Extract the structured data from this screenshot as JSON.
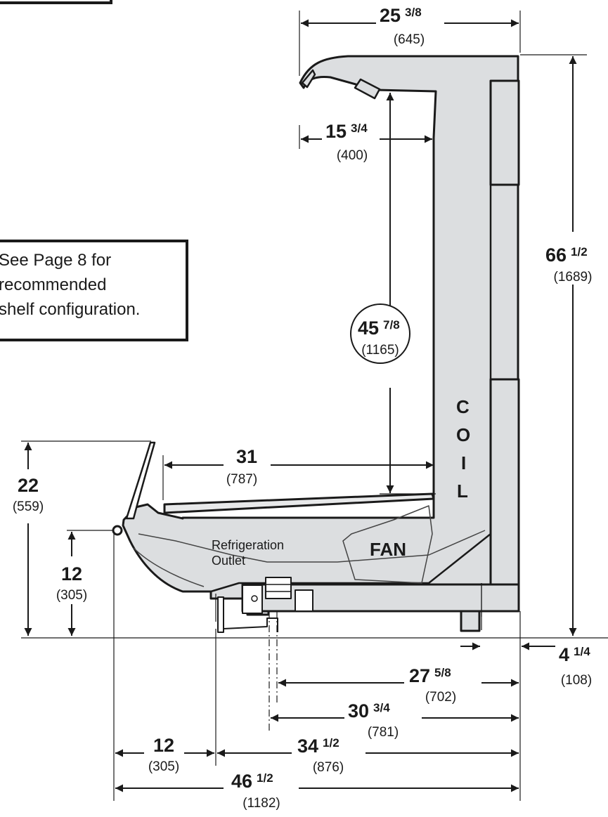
{
  "note": {
    "line1": "See Page 8 for",
    "line2": "recommended",
    "line3": "shelf configuration."
  },
  "labels": {
    "coil": [
      "C",
      "O",
      "I",
      "L"
    ],
    "fan": "FAN",
    "outlet_line1": "Refrigeration",
    "outlet_line2": "Outlet"
  },
  "dimensions": {
    "top_width": {
      "whole": "25",
      "frac": "3/8",
      "metric": "(645)"
    },
    "canopy_depth": {
      "whole": "15",
      "frac": "3/4",
      "metric": "(400)"
    },
    "overall_height": {
      "whole": "66",
      "frac": "1/2",
      "metric": "(1689)"
    },
    "shelf_clearance": {
      "whole": "45",
      "frac": "7/8",
      "metric": "(1165)"
    },
    "deck_depth": {
      "whole": "31",
      "frac": "",
      "metric": "(787)"
    },
    "front_height": {
      "whole": "22",
      "frac": "",
      "metric": "(559)"
    },
    "bumper_height": {
      "whole": "12",
      "frac": "",
      "metric": "(305)"
    },
    "rear_offset": {
      "whole": "4",
      "frac": "1/4",
      "metric": "(108)"
    },
    "drain_to_rear": {
      "whole": "27",
      "frac": "5/8",
      "metric": "(702)"
    },
    "outlet_to_rear": {
      "whole": "30",
      "frac": "3/4",
      "metric": "(781)"
    },
    "front_overhang": {
      "whole": "12",
      "frac": "",
      "metric": "(305)"
    },
    "base_depth": {
      "whole": "34",
      "frac": "1/2",
      "metric": "(876)"
    },
    "overall_depth": {
      "whole": "46",
      "frac": "1/2",
      "metric": "(1182)"
    }
  }
}
